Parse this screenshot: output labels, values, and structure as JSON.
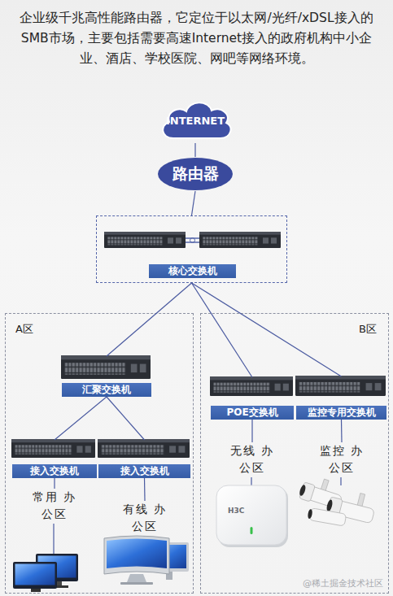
{
  "diagram": {
    "title": "企业级千兆高性能路由器，它定位于以太网/光纤/xDSL接入的SMB市场，主要包括需要高速Internet接入的政府机构中小企业、酒店、学校医院、网吧等网络环境。",
    "nodes": [
      {
        "text": [
          "INTERNET"
        ]
      },
      {
        "text": [
          "路由器"
        ]
      },
      {
        "text": [
          "核心交换机"
        ]
      },
      {
        "text": [
          "A区"
        ]
      },
      {
        "text": [
          "汇聚交换机"
        ],
        "in": 3
      },
      {
        "text": [
          "接入交换机"
        ],
        "in": 3
      },
      {
        "text": [
          "接入交换机"
        ],
        "in": 3
      },
      {
        "text": [
          "常用 办公区"
        ],
        "in": 3
      },
      {
        "text": [
          "有线 办公区"
        ],
        "in": 3
      },
      {
        "text": [
          "B区"
        ]
      },
      {
        "text": [
          "POE交换机"
        ],
        "in": 9
      },
      {
        "text": [
          "监控专用交换机"
        ],
        "in": 9
      },
      {
        "text": [
          "无线 办公区"
        ],
        "in": 9
      },
      {
        "text": [
          "监控 办公区"
        ],
        "in": 9
      }
    ],
    "edges": [
      {
        "from": 0,
        "to": 1,
        "arrow": "none"
      },
      {
        "from": 1,
        "to": 2,
        "arrow": "none"
      },
      {
        "from": 2,
        "to": 4,
        "arrow": "none"
      },
      {
        "from": 2,
        "to": 10,
        "arrow": "none"
      },
      {
        "from": 2,
        "to": 11,
        "arrow": "none"
      },
      {
        "from": 4,
        "to": 5,
        "arrow": "none"
      },
      {
        "from": 4,
        "to": 6,
        "arrow": "none"
      },
      {
        "from": 5,
        "to": 7,
        "arrow": "none"
      },
      {
        "from": 6,
        "to": 8,
        "arrow": "none"
      },
      {
        "from": 10,
        "to": 12,
        "arrow": "none"
      },
      {
        "from": 11,
        "to": 13,
        "arrow": "none"
      }
    ],
    "labels": [
      "H3C",
      "@稀土掘金技术社区"
    ]
  }
}
